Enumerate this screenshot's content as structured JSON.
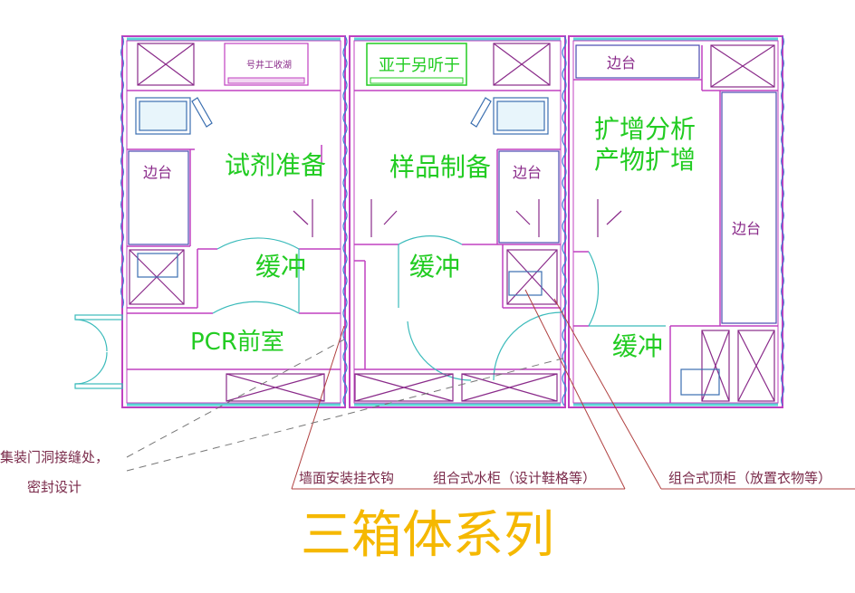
{
  "rooms": {
    "reagent_prep": "试剂准备",
    "sample_prep": "样品制备",
    "amp_analysis_line1": "扩增分析",
    "amp_analysis_line2": "产物扩增",
    "buffer": "缓冲",
    "pcr_anteroom": "PCR前室"
  },
  "fixtures": {
    "bench": "边台",
    "box1_cabinet": "号井工收湖",
    "box2_cabinet": "亚于另听于"
  },
  "annotations": {
    "container_seam": "集装门洞接缝处，",
    "sealed_design": "密封设计",
    "wall_hooks": "墙面安装挂衣钩",
    "water_cabinet": "组合式水柜（设计鞋格等）",
    "top_cabinet": "组合式顶柜（放置衣物等）"
  },
  "caption": "三箱体系列",
  "colors": {
    "wall": "#c040c0",
    "trim": "#5ad6d6",
    "room_label": "#22cc22",
    "fixture": "#8a2b8a",
    "annotation_line": "#b04040",
    "caption": "#f5b800"
  }
}
